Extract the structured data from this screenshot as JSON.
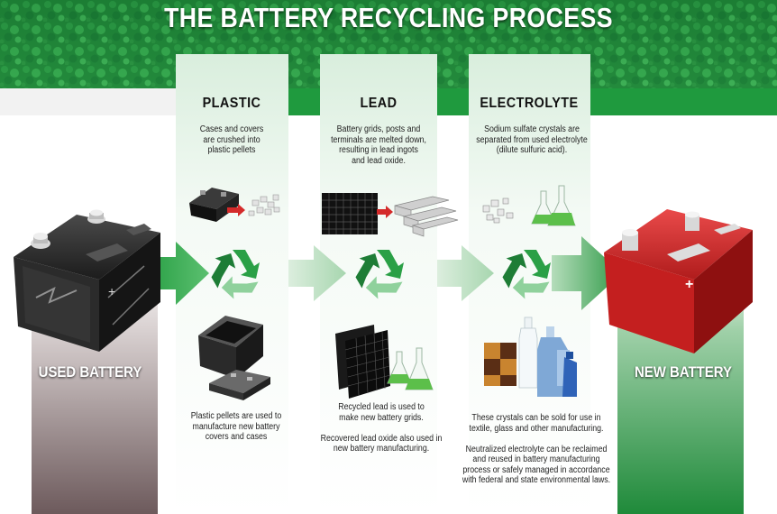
{
  "title": "THE BATTERY RECYCLING PROCESS",
  "colors": {
    "green": "#1f9a3e",
    "dark_green": "#0b6e2a",
    "red_battery": "#d42a2a",
    "dark_battery": "#2b2b2b"
  },
  "columns": [
    {
      "heading": "PLASTIC",
      "top_text": "Cases and covers\nare crushed into\nplastic pellets",
      "bottom_text": "Plastic pellets are used to\nmanufacture new battery\ncovers and cases"
    },
    {
      "heading": "LEAD",
      "top_text": "Battery grids, posts and\nterminals are melted down,\nresulting in lead ingots\nand lead oxide.",
      "bottom_text": "Recycled lead is used to\nmake new battery grids.\n\nRecovered lead oxide also used in\nnew battery manufacturing."
    },
    {
      "heading": "ELECTROLYTE",
      "top_text": "Sodium sulfate crystals are\nseparated from used electrolyte\n(dilute sulfuric acid).",
      "bottom_text": "These crystals can be sold for use in\ntextile, glass and other manufacturing.\n\nNeutralized electrolyte can be reclaimed\nand reused in battery manufacturing\nprocess or safely managed in accordance\nwith federal and state environmental laws."
    }
  ],
  "used_battery_label": "USED BATTERY",
  "new_battery_label": "NEW BATTERY",
  "icons": [
    "recycle-icon",
    "battery-icon",
    "lead-ingot-icon",
    "crystals-icon",
    "flask-icon",
    "bottle-icon",
    "textile-icon"
  ]
}
